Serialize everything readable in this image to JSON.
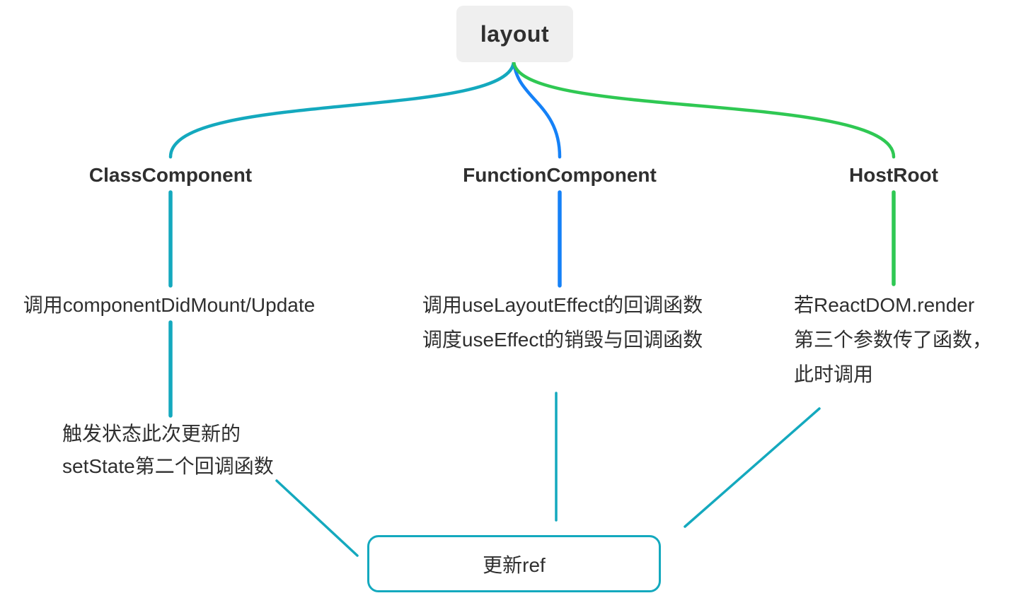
{
  "colors": {
    "teal": "#14A9BE",
    "blue": "#1581F7",
    "green": "#2FC853",
    "root_bg": "#EFEFEF",
    "text": "#2F2F2F"
  },
  "root": {
    "label": "layout"
  },
  "branches": [
    {
      "name": "class-component",
      "label": "ClassComponent",
      "color": "#14A9BE",
      "steps": [
        {
          "lines": [
            "调用componentDidMount/Update"
          ]
        },
        {
          "lines": [
            "触发状态此次更新的",
            "setState第二个回调函数"
          ]
        }
      ]
    },
    {
      "name": "function-component",
      "label": "FunctionComponent",
      "color": "#1581F7",
      "steps": [
        {
          "lines": [
            "调用useLayoutEffect的回调函数",
            "调度useEffect的销毁与回调函数"
          ]
        }
      ]
    },
    {
      "name": "host-root",
      "label": "HostRoot",
      "color": "#2FC853",
      "steps": [
        {
          "lines": [
            "若ReactDOM.render",
            "第三个参数传了函数，",
            "此时调用"
          ]
        }
      ]
    }
  ],
  "sink": {
    "label": "更新ref"
  }
}
